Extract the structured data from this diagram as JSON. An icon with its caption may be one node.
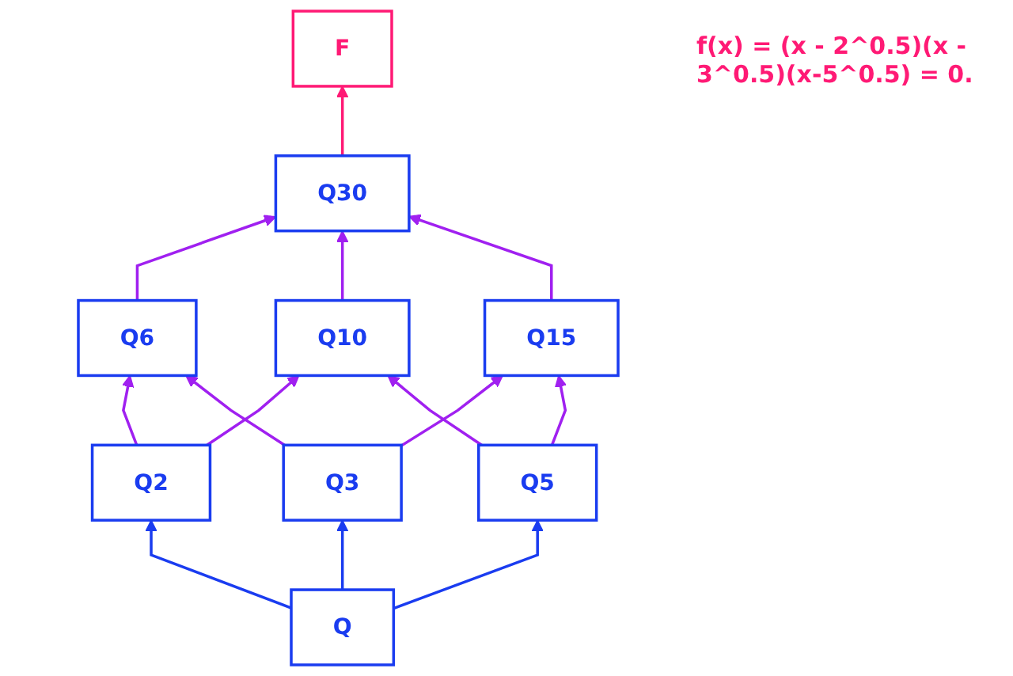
{
  "diagram": {
    "nodes": [
      {
        "text": [
          "F"
        ]
      },
      {
        "text": [
          "Q30"
        ]
      },
      {
        "text": [
          "Q6"
        ]
      },
      {
        "text": [
          "Q10"
        ]
      },
      {
        "text": [
          "Q15"
        ]
      },
      {
        "text": [
          "Q2"
        ]
      },
      {
        "text": [
          "Q3"
        ]
      },
      {
        "text": [
          "Q5"
        ]
      },
      {
        "text": [
          "Q"
        ]
      }
    ],
    "edges": [
      {
        "from": 1,
        "to": 0,
        "arrow": "to",
        "color": "#ff1a75"
      },
      {
        "from": 2,
        "to": 1,
        "arrow": "to"
      },
      {
        "from": 3,
        "to": 1,
        "arrow": "to"
      },
      {
        "from": 4,
        "to": 1,
        "arrow": "to"
      },
      {
        "from": 5,
        "to": 2,
        "arrow": "to"
      },
      {
        "from": 5,
        "to": 3,
        "arrow": "to"
      },
      {
        "from": 6,
        "to": 2,
        "arrow": "to"
      },
      {
        "from": 6,
        "to": 4,
        "arrow": "to"
      },
      {
        "from": 7,
        "to": 3,
        "arrow": "to"
      },
      {
        "from": 7,
        "to": 4,
        "arrow": "to"
      },
      {
        "from": 8,
        "to": 5,
        "arrow": "to",
        "color": "#1a3cf0"
      },
      {
        "from": 8,
        "to": 6,
        "arrow": "to",
        "color": "#1a3cf0"
      },
      {
        "from": 8,
        "to": 7,
        "arrow": "to",
        "color": "#1a3cf0"
      }
    ],
    "labels": [
      "f(x) = (x - 2^0.5)(x - 3^0.5)(x-5^0.5) = 0."
    ]
  }
}
